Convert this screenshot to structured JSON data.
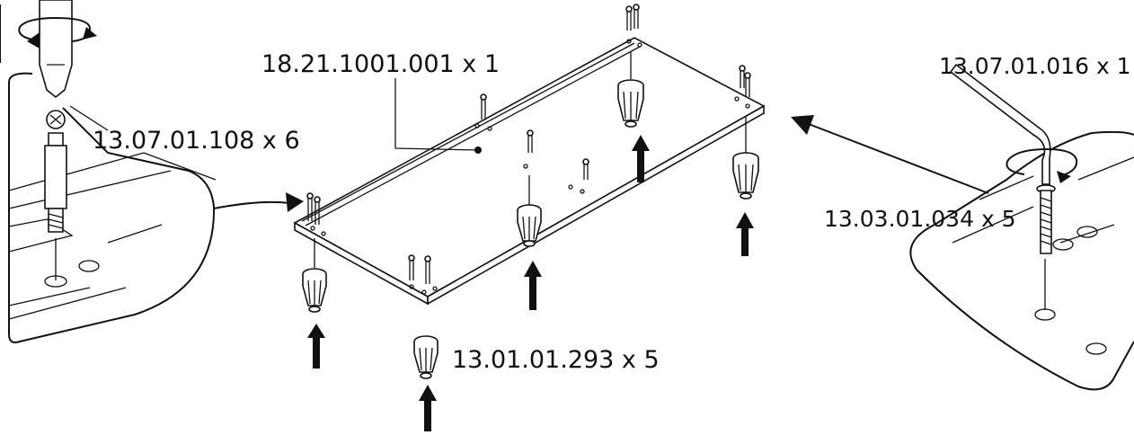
{
  "parts": {
    "board": "18.21.1001.001 x 1",
    "cam_bolt": "13.07.01.108 x 6",
    "allen_key": "13.07.01.016 x 1",
    "screw": "13.03.01.034 x 5",
    "foot": "13.01.01.293 x 5"
  },
  "icons": {
    "rotation": "rotation-arrow-icon",
    "insert": "up-arrow-icon"
  }
}
